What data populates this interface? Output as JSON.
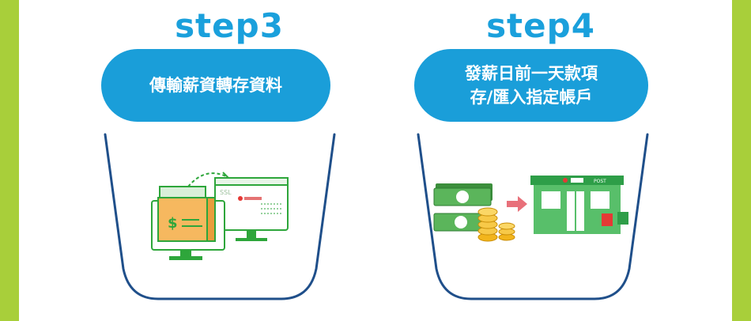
{
  "steps": [
    {
      "title": "step3",
      "label_lines": [
        "傳輸薪資轉存資料"
      ]
    },
    {
      "title": "step4",
      "label_lines": [
        "發薪日前一天款項",
        "存/匯入指定帳戶"
      ]
    }
  ],
  "illustration": {
    "ssl_text": "SSL",
    "dollar_sign": "$",
    "post_label": "POST",
    "colors": {
      "accent_blue": "#1a9ed9",
      "side_green": "#a8cf3a",
      "outline_green": "#2ea63b",
      "folder_orange": "#f6b85f",
      "arrow_pink": "#e8707a"
    }
  }
}
